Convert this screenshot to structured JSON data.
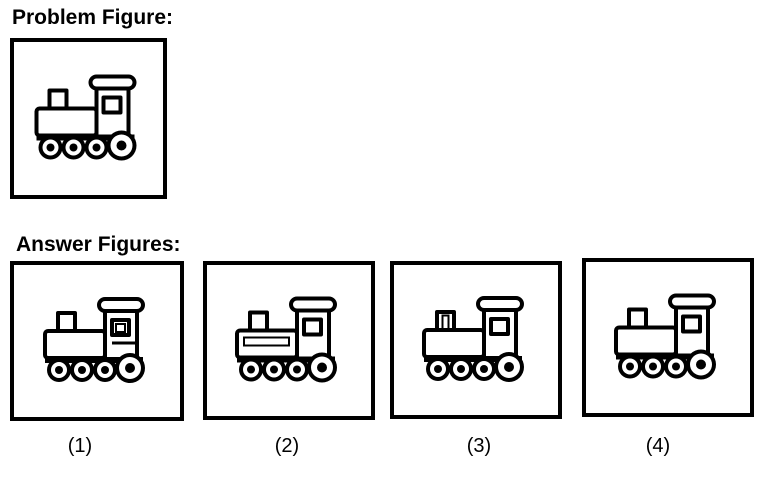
{
  "problem_heading": "Problem Figure:",
  "answer_heading": "Answer Figures:",
  "problem_figure": {
    "icon": "train-engine-icon",
    "variant": "plain"
  },
  "answer_figures": [
    {
      "label": "(1)",
      "icon": "train-engine-icon",
      "variant": "window-with-inner-square"
    },
    {
      "label": "(2)",
      "icon": "train-engine-icon",
      "variant": "boiler-stripe"
    },
    {
      "label": "(3)",
      "icon": "train-engine-icon",
      "variant": "hollow-chimney"
    },
    {
      "label": "(4)",
      "icon": "train-engine-icon",
      "variant": "plain"
    }
  ]
}
